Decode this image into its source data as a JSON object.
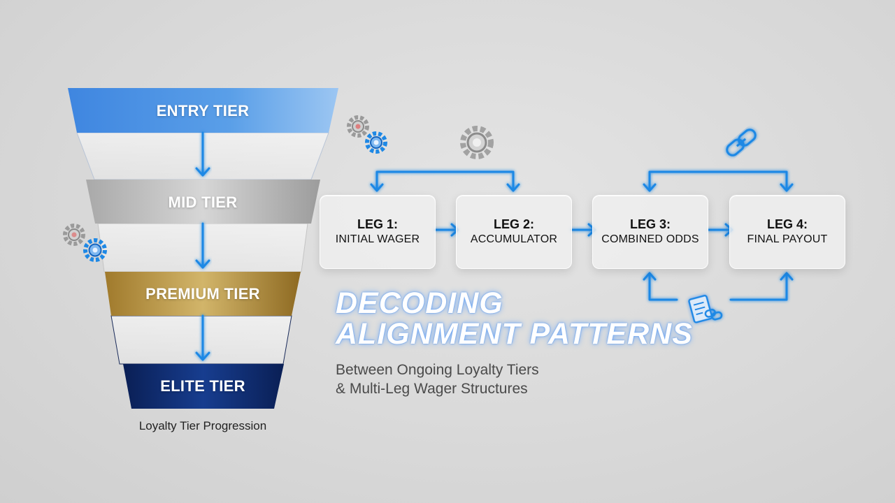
{
  "funnel": {
    "tiers": [
      {
        "label": "ENTRY TIER"
      },
      {
        "label": "MID TIER"
      },
      {
        "label": "PREMIUM TIER"
      },
      {
        "label": "ELITE TIER"
      }
    ],
    "caption": "Loyalty Tier Progression"
  },
  "legs": [
    {
      "title": "LEG 1:",
      "subtitle": "INITIAL WAGER"
    },
    {
      "title": "LEG 2:",
      "subtitle": "ACCUMULATOR"
    },
    {
      "title": "LEG 3:",
      "subtitle": "COMBINED ODDS"
    },
    {
      "title": "LEG 4:",
      "subtitle": "FINAL PAYOUT"
    }
  ],
  "headline": {
    "line1": "DECODING",
    "line2": "ALIGNMENT PATTERNS"
  },
  "subheadline": {
    "line1": "Between Ongoing Loyalty Tiers",
    "line2": "& Multi-Leg Wager Structures"
  },
  "colors": {
    "accent": "#1e88e5",
    "entry": "#4a90e2",
    "mid": "#b8b8b8",
    "premium": "#b8973e",
    "elite": "#0d2a6b"
  },
  "icons": [
    "gear-icon",
    "chain-link-icon",
    "document-link-icon"
  ]
}
